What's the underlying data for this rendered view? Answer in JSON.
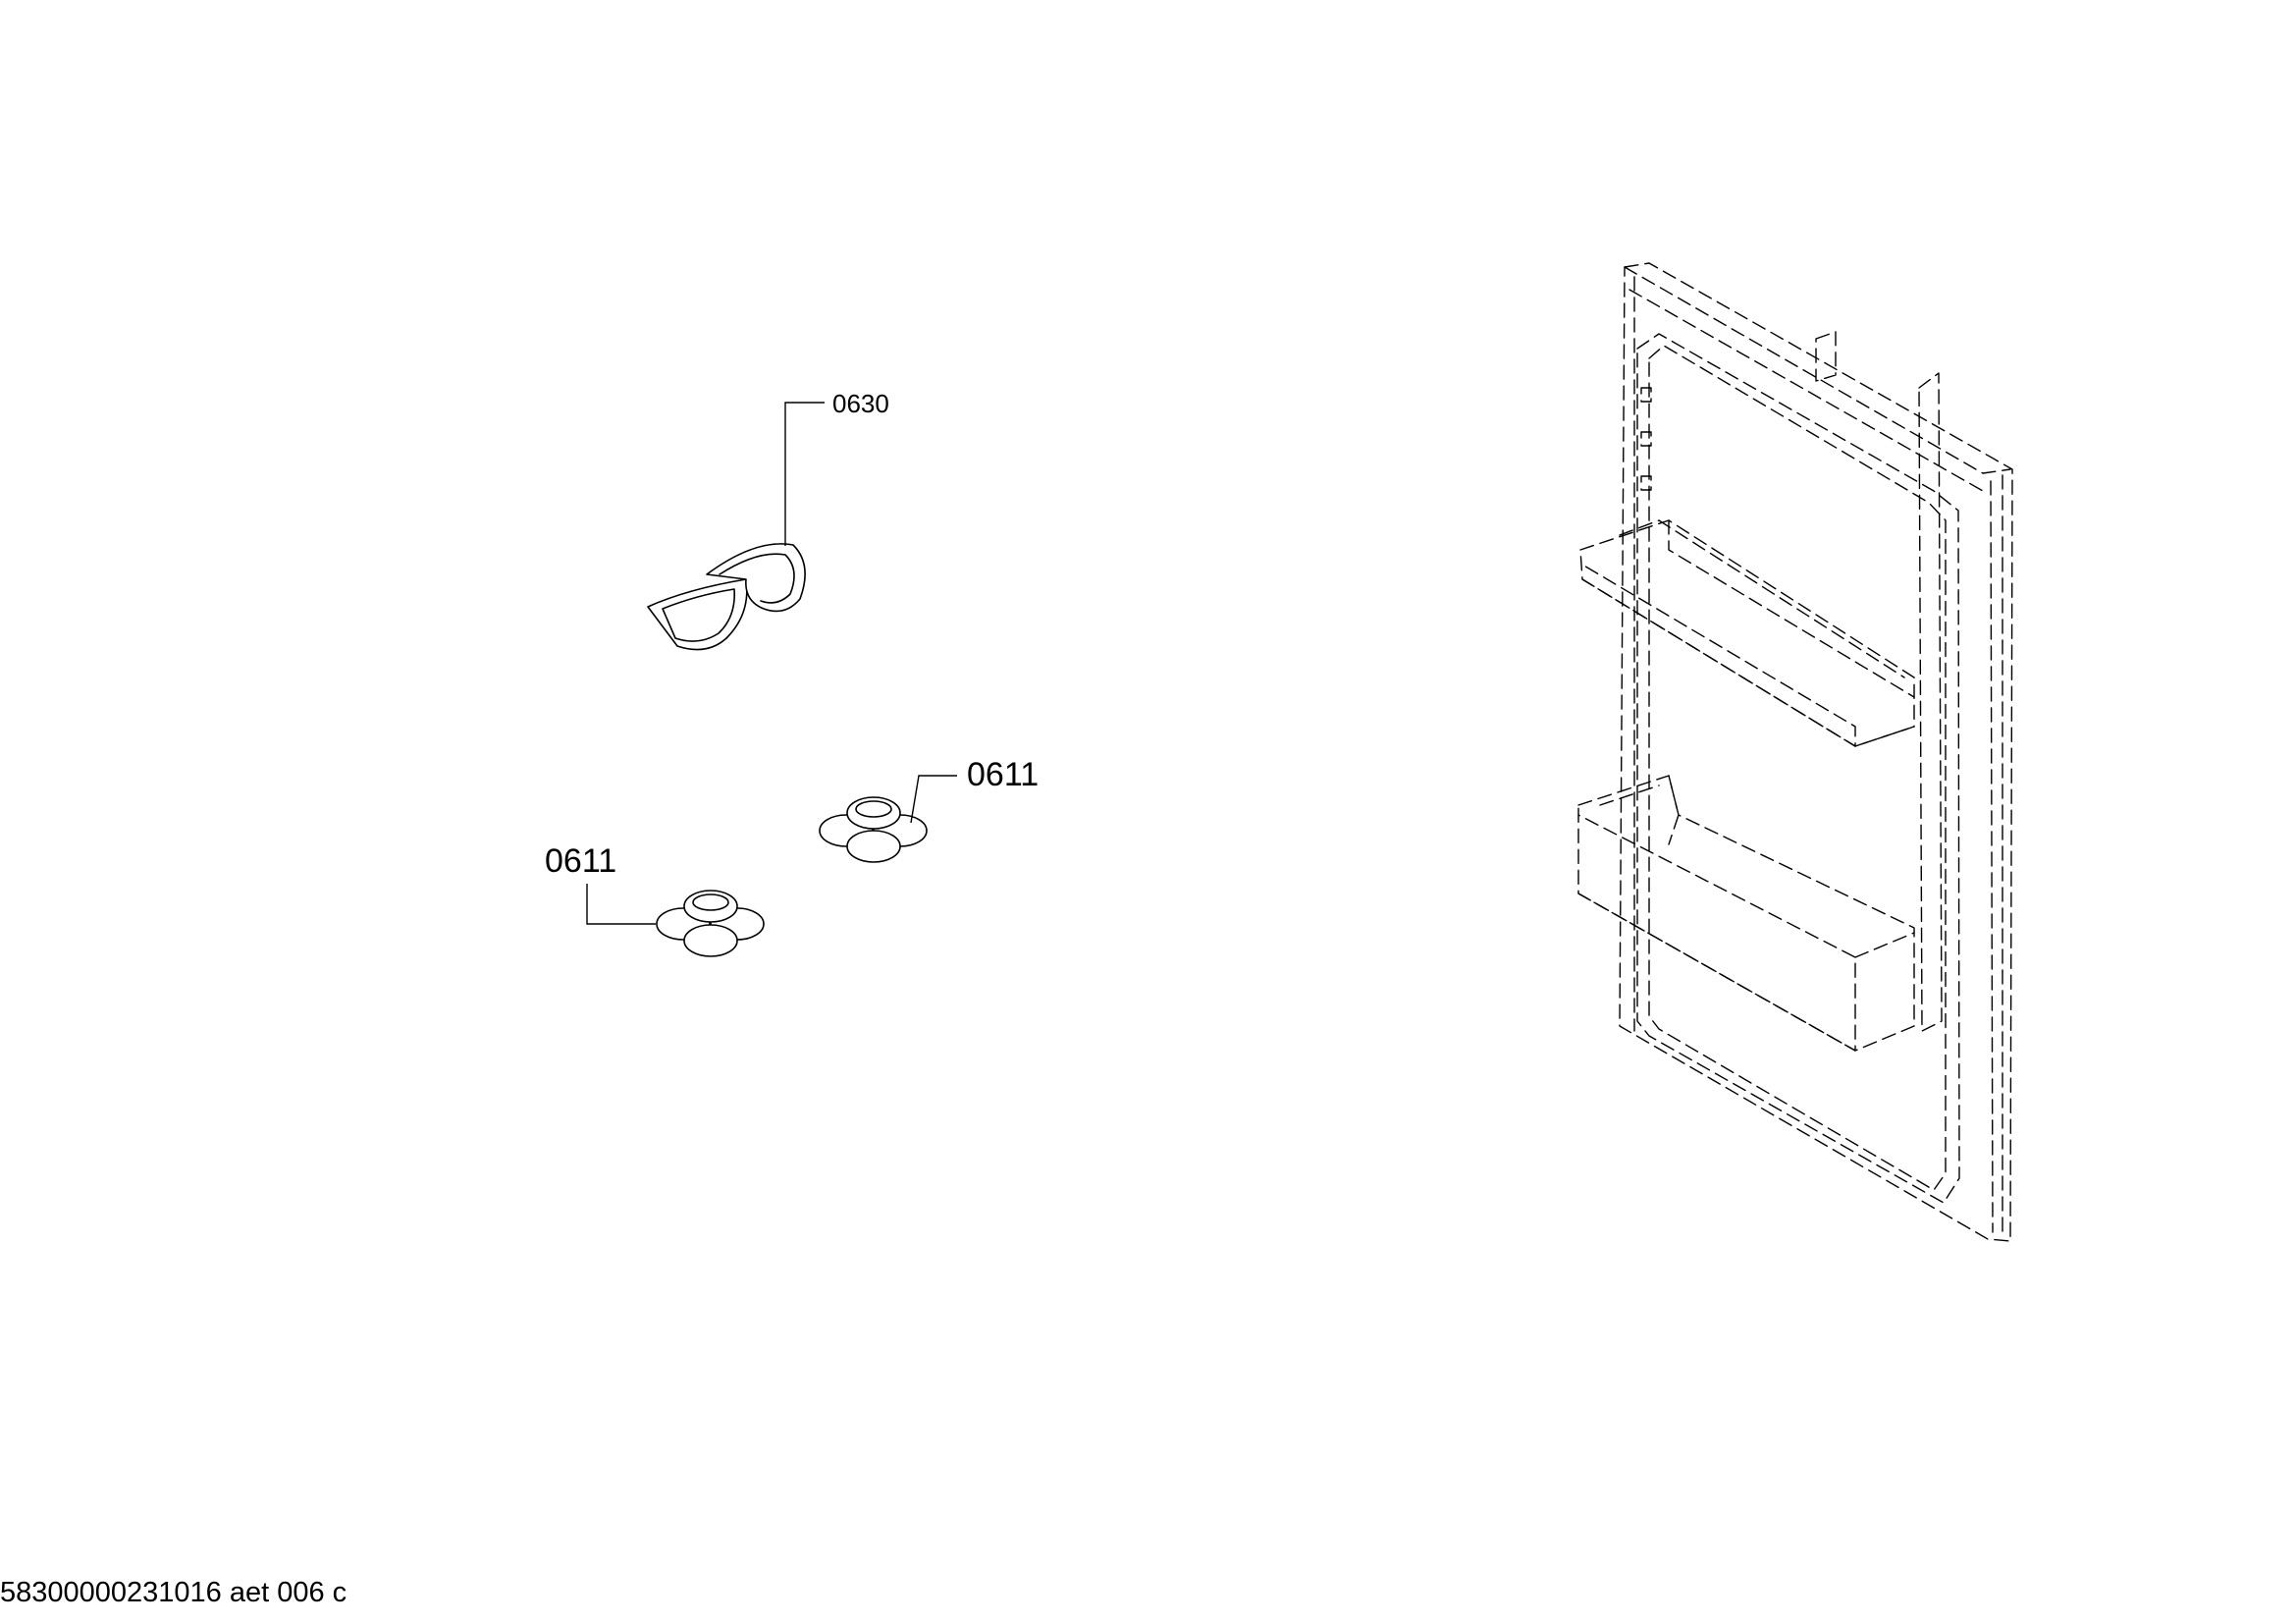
{
  "callouts": {
    "c0630": "0630",
    "c0611_right": "0611",
    "c0611_left": "0611"
  },
  "footer": {
    "document_id": "58300000231016 aet 006 c"
  },
  "colors": {
    "line": "#000000",
    "background": "#ffffff"
  }
}
